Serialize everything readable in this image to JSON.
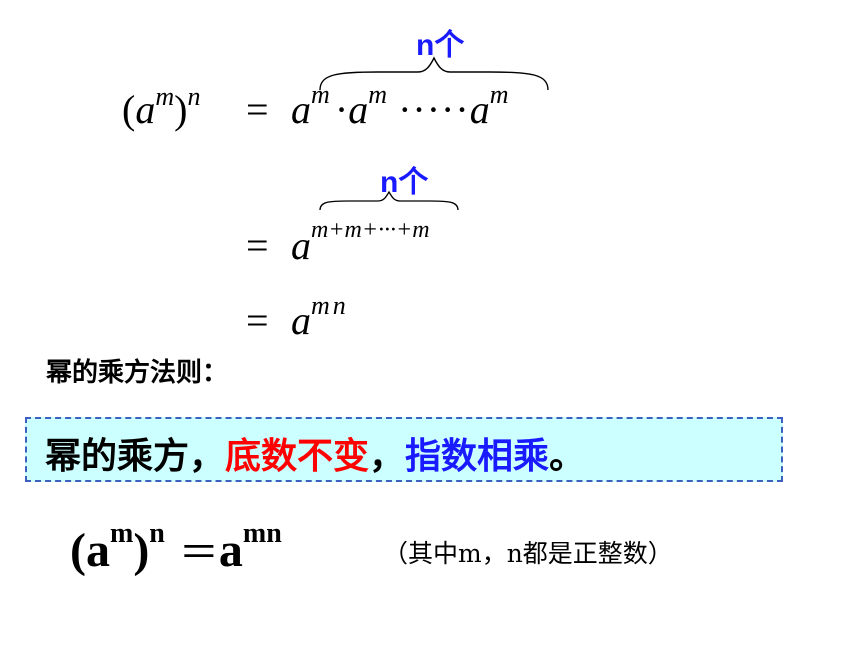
{
  "derivation": {
    "brace_label_1": "n个",
    "brace_label_2": "n个",
    "line1": {
      "lhs_open": "(",
      "lhs_base": "a",
      "lhs_inner_exp": "m",
      "lhs_close": ")",
      "lhs_outer_exp": "n",
      "equals": "=",
      "term1_base": "a",
      "term1_exp": "m",
      "dot": "·",
      "term2_base": "a",
      "term2_exp": "m",
      "dots": "·····",
      "term3_base": "a",
      "term3_exp": "m"
    },
    "line2": {
      "equals": "=",
      "base": "a",
      "exp": "m+m+···+m"
    },
    "line3": {
      "equals": "=",
      "base": "a",
      "exp": "mn"
    }
  },
  "rule": {
    "title": "幂的乘方法则：",
    "part1": "幂的乘方，",
    "part2": "底数不变",
    "part3": "，",
    "part4": "指数相乘",
    "part5": "。",
    "colors": {
      "black": "#000000",
      "red": "#ff0000",
      "blue": "#1a1aff",
      "box_bg": "#ccffff",
      "box_border": "#3f5fbf"
    }
  },
  "formula": {
    "open": "(",
    "base": "a",
    "inner_exp": "m",
    "close": ")",
    "outer_exp": "n",
    "equals": "＝",
    "rhs_base": "a",
    "rhs_exp": "mn",
    "note": "（其中m，n都是正整数）"
  }
}
